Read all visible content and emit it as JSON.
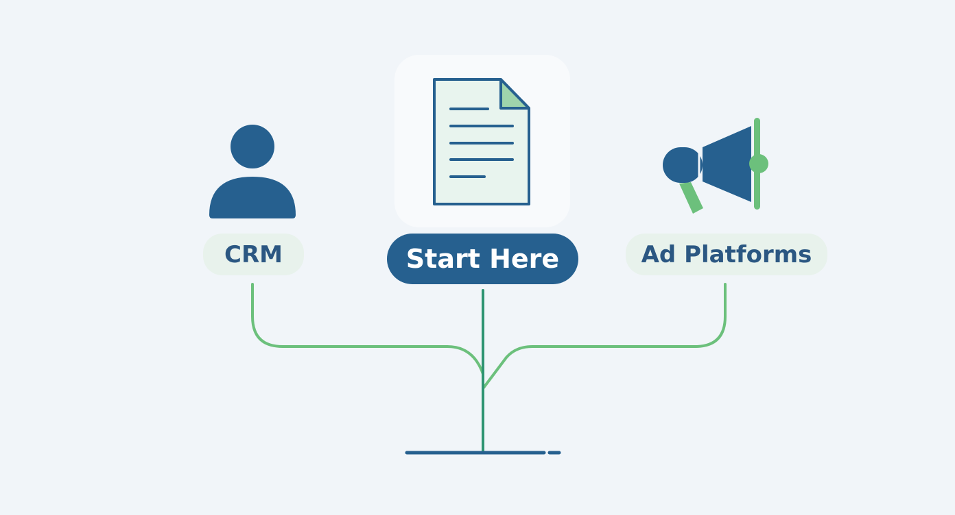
{
  "nodes": {
    "crm": {
      "label": "CRM",
      "icon": "person-icon"
    },
    "start": {
      "label": "Start Here",
      "icon": "document-icon"
    },
    "ad_platforms": {
      "label": "Ad Platforms",
      "icon": "megaphone-icon"
    }
  },
  "colors": {
    "background": "#f1f5f9",
    "primary_blue": "#26608f",
    "accent_green": "#6cc07c",
    "connector_green": "#2e9472",
    "label_bg_soft": "#e8f2ec",
    "label_text_dark": "#2b5782"
  }
}
